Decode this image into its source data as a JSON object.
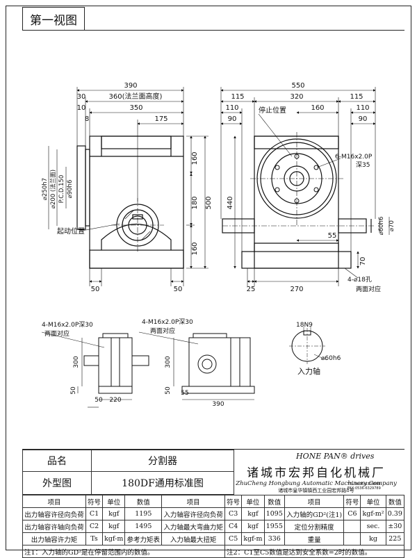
{
  "view_title": "第一视图",
  "front_view": {
    "dims": {
      "d390": "390",
      "d360": "360(法兰面高度)",
      "d350": "350",
      "d175": "175",
      "d30": "30",
      "d10": "10",
      "d8": "8",
      "d160": "160",
      "d180": "180",
      "d500": "500",
      "d160b": "160",
      "d50a": "50",
      "d50b": "50",
      "dia250": "⌀250h7",
      "dia200": "⌀200 (法兰面)",
      "pcd": "P.C.D.150",
      "dia90": "⌀90h6"
    },
    "label_start": "起动位置"
  },
  "side_view": {
    "dims": {
      "d550": "550",
      "d115a": "115",
      "d320": "320",
      "d115b": "115",
      "d110a": "110",
      "d110b": "110",
      "d160": "160",
      "d90a": "90",
      "d90b": "90",
      "d440": "440",
      "d55": "55",
      "d25": "25",
      "d270": "270",
      "d70": "70",
      "dia60": "⌀60h6",
      "dia70": "⌀70"
    },
    "label_stop": "停止位置",
    "label_tap": "6-M16x2.0P",
    "label_depth": "深35",
    "label_holes": "4-⌀18孔",
    "label_holes2": "两面对应"
  },
  "small_views": {
    "left_note": "4-M16x2.0P深30",
    "left_note2": "两面对应",
    "mid_note": "4-M16x2.0P深30",
    "mid_note2": "两面对应",
    "d300a": "300",
    "d50a": "50",
    "d50b": "50",
    "d220": "220",
    "d300b": "300",
    "d50c": "50",
    "d55": "55",
    "d390": "390"
  },
  "shaft_detail": {
    "key": "18N9",
    "dia": "⌀60h6",
    "label": "入力轴"
  },
  "title_block": {
    "brand": "HONE PAN® drives",
    "product_name_label": "品名",
    "product_name": "分割器",
    "drawing_label": "外型图",
    "drawing_name": "180DF通用标准图",
    "company_cn": "诸城市宏邦自化机械厂",
    "company_en": "ZhuCheng Hongbung Automatic Machinery Company",
    "company_addr": "诸城市皇华镇镇西工业园宏邦路8号",
    "company_tel": "TEL:0536-6328688",
    "company_fax": "FAX:0536-6329789",
    "header": [
      "项目",
      "符号",
      "单位",
      "数值",
      "项目",
      "符号",
      "单位",
      "数值",
      "项目",
      "符号",
      "单位",
      "数值"
    ],
    "rows": [
      [
        "出力轴容许径向负荷",
        "C1",
        "kgf",
        "1195",
        "入力轴容许径向负荷",
        "C3",
        "kgf",
        "1095",
        "入力轴的GD²(注1)",
        "C6",
        "kgf-m²",
        "0.39"
      ],
      [
        "出力轴容许轴向负荷",
        "C2",
        "kgf",
        "1495",
        "入力轴最大弯曲力矩",
        "C4",
        "kgf",
        "1955",
        "定位分割精度",
        "",
        "sec.",
        "±30"
      ],
      [
        "出力轴容许力矩",
        "Ts",
        "kgf-m",
        "参考力矩表",
        "入力轴最大扭矩",
        "C5",
        "kgf-m",
        "336",
        "重量",
        "",
        "kg",
        "225"
      ]
    ],
    "note1": "注1：入力轴的GD²是在停留范围内的数值。",
    "note2": "注2：C1至C5数值是达到安全系数=2时的数值。"
  }
}
